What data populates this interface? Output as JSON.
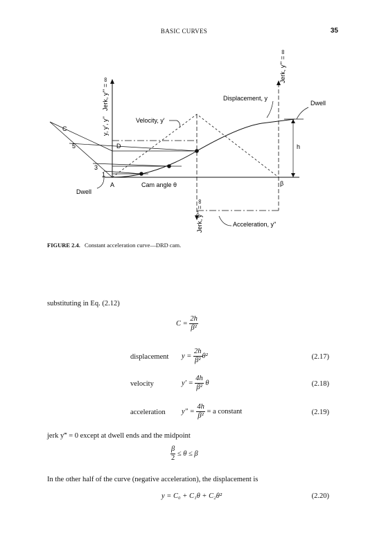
{
  "header": {
    "title": "BASIC CURVES",
    "page": "35"
  },
  "figure": {
    "labels": {
      "jerk_top_left": "Jerk, y''' = ∞",
      "jerk_top_right": "Jerk, y''' = ∞",
      "jerk_bottom": "Jerk, y''' = ∞",
      "y_axis": "y, y', y''",
      "velocity": "Velocity, y'",
      "displacement": "Displacement, y",
      "dwell_right": "Dwell",
      "dwell_left": "Dwell",
      "point_c": "C",
      "point_5": "5",
      "point_3": "3",
      "point_1": "1",
      "point_d": "D",
      "point_a": "A",
      "cam_angle": "Cam angle θ",
      "beta": "β",
      "h": "h",
      "acceleration": "Acceleration, y''"
    },
    "caption_label": "FIGURE 2.4.",
    "caption_text": "Constant acceleration curve—DRD cam."
  },
  "text": {
    "substituting": "substituting in Eq. (2.12)",
    "jerk_line": "jerk y‴ = 0 except at dwell ends and the midpoint",
    "other_half": "In the other half of the curve (negative acceleration), the displacement is"
  },
  "equations": {
    "c_lhs": "C =",
    "c_num": "2h",
    "c_den": "β²",
    "disp_name": "displacement",
    "disp_lhs": "y =",
    "disp_num": "2h",
    "disp_den": "β²",
    "disp_rhs": "θ²",
    "disp_no": "(2.17)",
    "vel_name": "velocity",
    "vel_lhs": "y′ =",
    "vel_num": "4h",
    "vel_den": "β²",
    "vel_rhs": "θ",
    "vel_no": "(2.18)",
    "acc_name": "acceleration",
    "acc_lhs": "y″ =",
    "acc_num": "4h",
    "acc_den": "β²",
    "acc_rhs": "= a constant",
    "acc_no": "(2.19)",
    "range_num": "β",
    "range_den": "2",
    "range_rhs": "≤ θ ≤ β",
    "eq20": "y = C₀ + C₁θ + C₂θ²",
    "eq20_no": "(2.20)"
  }
}
